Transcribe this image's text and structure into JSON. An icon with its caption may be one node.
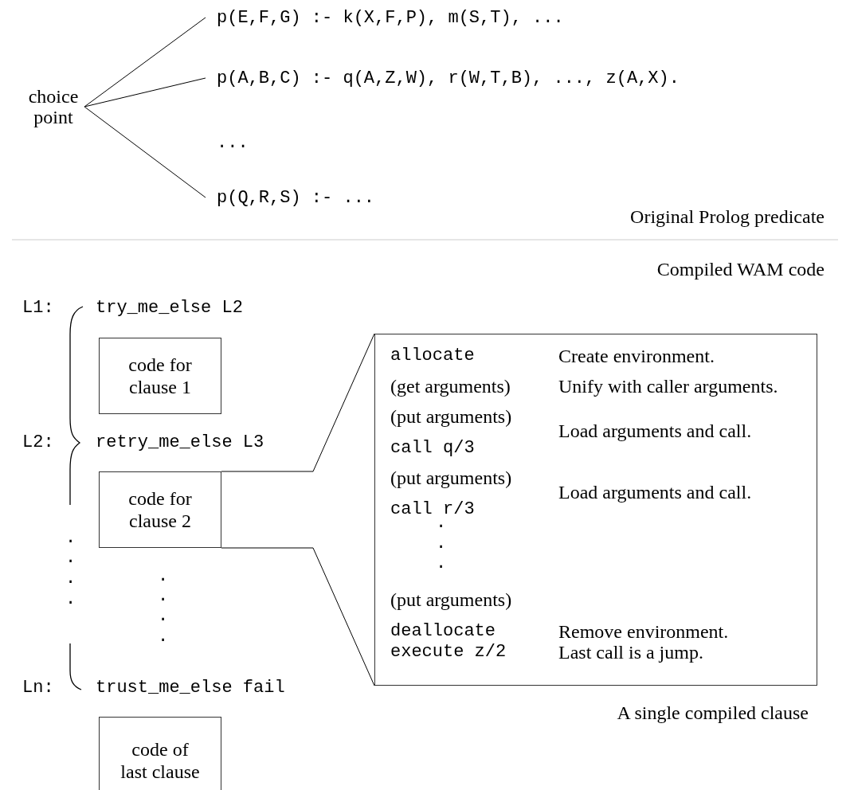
{
  "diagram": {
    "nodes": [
      {
        "text": [
          "choice point"
        ]
      },
      {
        "text": [
          "p(E,F,G) :- k(X,F,P), m(S,T), ..."
        ]
      },
      {
        "text": [
          "p(A,B,C) :- q(A,Z,W), r(W,T,B), ..., z(A,X)."
        ]
      },
      {
        "text": [
          "p(Q,R,S) :- ..."
        ]
      },
      {
        "text": [
          "code for clause 1"
        ]
      },
      {
        "text": [
          "code for clause 2"
        ]
      },
      {
        "text": [
          "allocate",
          "Create environment.",
          "(get arguments)",
          "Unify with caller arguments.",
          "(put arguments)",
          "call q/3",
          "Load arguments and call.",
          "(put arguments)",
          "call r/3",
          "Load arguments and call.",
          ".",
          ".",
          ".",
          "(put arguments)",
          "deallocate",
          "Remove environment.",
          "execute z/2",
          "Last call is a jump."
        ]
      },
      {
        "text": [
          "code of last clause"
        ]
      }
    ],
    "edges": [
      {
        "from": 0,
        "to": 1,
        "arrow": "none"
      },
      {
        "from": 0,
        "to": 2,
        "arrow": "none"
      },
      {
        "from": 0,
        "to": 3,
        "arrow": "none"
      },
      {
        "from": 5,
        "to": 6,
        "arrow": "none"
      },
      {
        "from": 5,
        "to": 6,
        "arrow": "none"
      }
    ],
    "labels": [
      "...",
      "Original Prolog predicate",
      "Compiled WAM code",
      "L1:",
      "try_me_else L2",
      "L2:",
      "retry_me_else L3",
      ".",
      ".",
      ".",
      ".",
      ".",
      ".",
      ".",
      ".",
      "Ln:",
      "trust_me_else fail",
      "A single compiled clause"
    ]
  }
}
